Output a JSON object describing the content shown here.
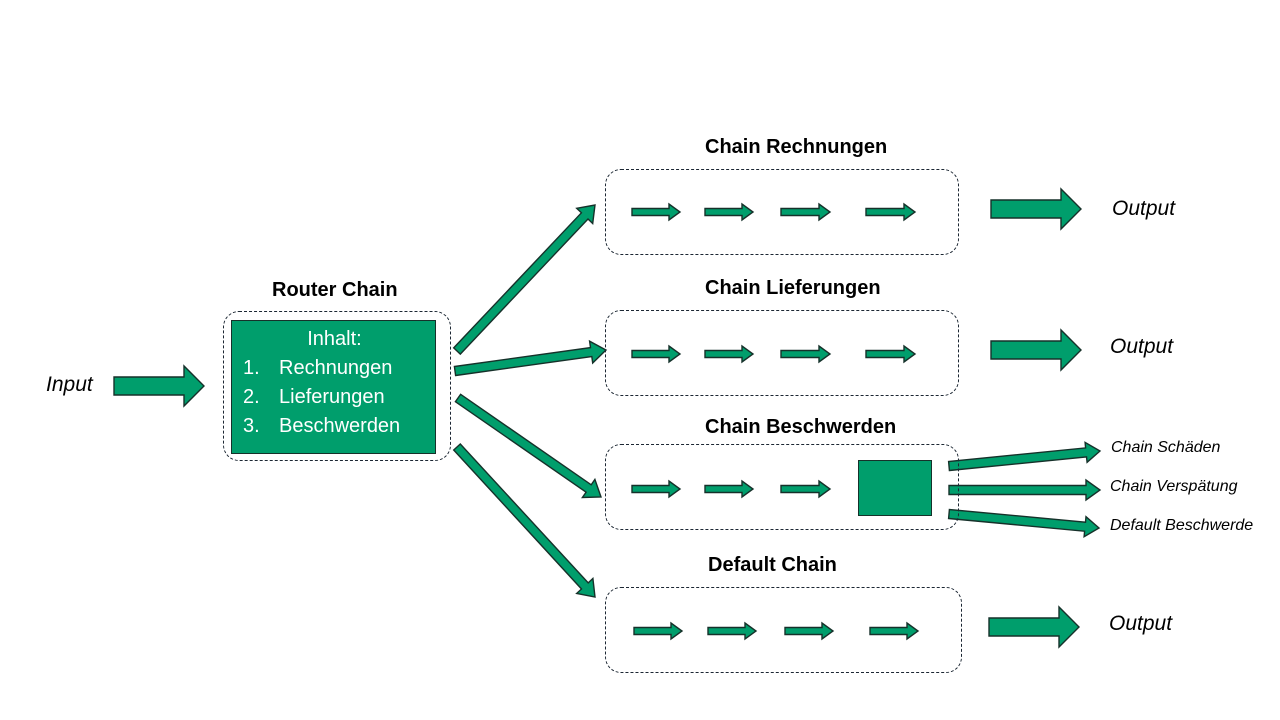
{
  "input_label": "Input",
  "router": {
    "title": "Router Chain",
    "heading": "Inhalt:",
    "items": [
      {
        "num": "1.",
        "label": "Rechnungen"
      },
      {
        "num": "2.",
        "label": "Lieferungen"
      },
      {
        "num": "3.",
        "label": "Beschwerden"
      }
    ]
  },
  "chains": {
    "rechnungen": {
      "title": "Chain Rechnungen",
      "output": "Output"
    },
    "lieferungen": {
      "title": "Chain Lieferungen",
      "output": "Output"
    },
    "beschwerden": {
      "title": "Chain Beschwerden",
      "branches": [
        "Chain Schäden",
        "Chain Verspätung",
        "Default Beschwerde"
      ]
    },
    "default": {
      "title": "Default Chain",
      "output": "Output"
    }
  },
  "colors": {
    "accent": "#009e6c",
    "outline": "#16312a",
    "dash": "#1c2733"
  }
}
